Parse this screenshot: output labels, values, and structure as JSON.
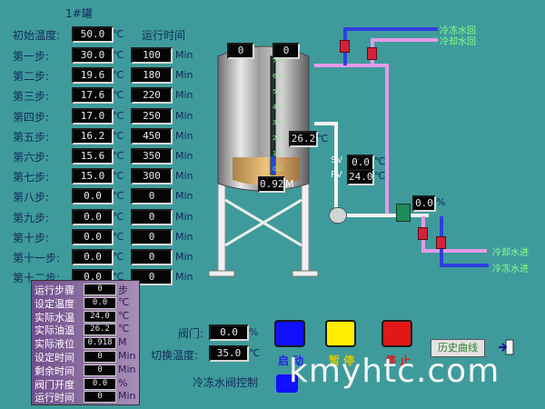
{
  "tank_title": "1#罐",
  "initial_temp": {
    "label": "初始温度:",
    "value": "50.0",
    "unit": "℃"
  },
  "run_time_header": "运行时间",
  "steps": [
    {
      "label": "第一步:",
      "temp": "30.0",
      "time": "100",
      "temp_unit": "℃",
      "time_unit": "Min"
    },
    {
      "label": "第二步:",
      "temp": "19.6",
      "time": "180",
      "temp_unit": "℃",
      "time_unit": "Min"
    },
    {
      "label": "第三步:",
      "temp": "17.6",
      "time": "220",
      "temp_unit": "℃",
      "time_unit": "Min"
    },
    {
      "label": "第四步:",
      "temp": "17.0",
      "time": "250",
      "temp_unit": "℃",
      "time_unit": "Min"
    },
    {
      "label": "第五步:",
      "temp": "16.2",
      "time": "450",
      "temp_unit": "℃",
      "time_unit": "Min"
    },
    {
      "label": "第六步:",
      "temp": "15.6",
      "time": "350",
      "temp_unit": "℃",
      "time_unit": "Min"
    },
    {
      "label": "第七步:",
      "temp": "15.0",
      "time": "300",
      "temp_unit": "℃",
      "time_unit": "Min"
    },
    {
      "label": "第八步:",
      "temp": "0.0",
      "time": "0",
      "temp_unit": "℃",
      "time_unit": "Min"
    },
    {
      "label": "第九步:",
      "temp": "0.0",
      "time": "0",
      "temp_unit": "℃",
      "time_unit": "Min"
    },
    {
      "label": "第十步:",
      "temp": "0.0",
      "time": "0",
      "temp_unit": "℃",
      "time_unit": "Min"
    },
    {
      "label": "第十一步:",
      "temp": "0.0",
      "time": "0",
      "temp_unit": "℃",
      "time_unit": "Min"
    },
    {
      "label": "第十二步:",
      "temp": "0.0",
      "time": "0",
      "temp_unit": "℃",
      "time_unit": "Min"
    }
  ],
  "tank": {
    "top_left_value": "0",
    "top_right_value": "0",
    "scale": [
      "7.0",
      "6.0",
      "5.0",
      "4.0",
      "3.0",
      "2.0",
      "1.0",
      "0.0"
    ],
    "level_value": "0.92",
    "level_unit": "M",
    "temp_value": "26.2",
    "temp_unit": "℃"
  },
  "controller": {
    "sv_label": "SV",
    "sv_value": "0.0",
    "pv_label": "PV",
    "pv_value": "24.0",
    "unit": "℃"
  },
  "flow_value": "0.0",
  "flow_unit": "%",
  "pipe_labels": {
    "frozen_return": "冷冻水回",
    "cooling_return": "冷却水回",
    "cooling_in": "冷却水进",
    "frozen_in": "冷冻水进"
  },
  "status_panel": [
    {
      "label": "运行步骤",
      "value": "0",
      "unit": "步"
    },
    {
      "label": "设定温度",
      "value": "0.0",
      "unit": "℃"
    },
    {
      "label": "实际水温",
      "value": "24.0",
      "unit": "℃"
    },
    {
      "label": "实际油温",
      "value": "26.2",
      "unit": "℃"
    },
    {
      "label": "实际液位",
      "value": "0.918",
      "unit": "M"
    },
    {
      "label": "设定时间",
      "value": "0",
      "unit": "Min"
    },
    {
      "label": "剩余时间",
      "value": "0",
      "unit": "Min"
    },
    {
      "label": "阀门开度",
      "value": "0.0",
      "unit": "%"
    },
    {
      "label": "运行时间",
      "value": "0",
      "unit": "Min"
    }
  ],
  "valve_control": {
    "label": "阀门:",
    "value": "0.0",
    "unit": "%"
  },
  "switch_temp": {
    "label": "切换温度:",
    "value": "35.0",
    "unit": "℃"
  },
  "frozen_valve_control": "冷冻水阀控制",
  "buttons": {
    "start": "启 动",
    "pause": "暂 停",
    "stop": "停 止"
  },
  "history_button": "历史曲线",
  "watermark": "kmyhtc.com",
  "colors": {
    "background": "#3f9b9b",
    "start": "#1010ff",
    "pause": "#ffee00",
    "stop": "#e01818",
    "label_green": "#8bff8b"
  }
}
